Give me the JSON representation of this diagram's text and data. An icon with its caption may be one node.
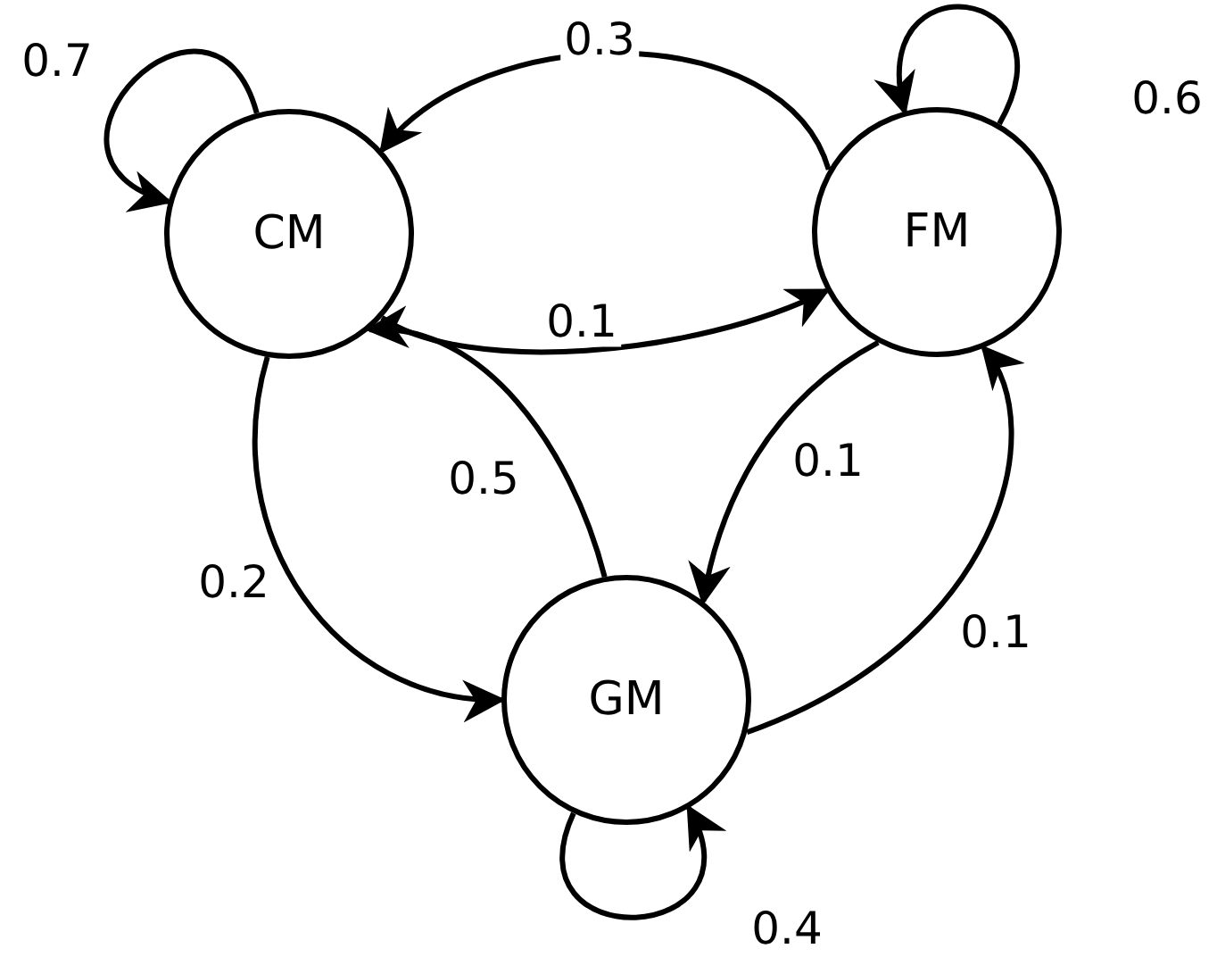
{
  "diagram": {
    "nodes": [
      {
        "text": [
          "CM"
        ]
      },
      {
        "text": [
          "FM"
        ]
      },
      {
        "text": [
          "GM"
        ]
      }
    ],
    "edges": [
      {
        "from": 0,
        "to": 0,
        "arrow": "to",
        "label": "0.7"
      },
      {
        "from": 1,
        "to": 0,
        "arrow": "to",
        "label": "0.3"
      },
      {
        "from": 0,
        "to": 1,
        "arrow": "to",
        "label": "0.1"
      },
      {
        "from": 1,
        "to": 1,
        "arrow": "to",
        "label": "0.6"
      },
      {
        "from": 0,
        "to": 2,
        "arrow": "to",
        "label": "0.2"
      },
      {
        "from": 2,
        "to": 0,
        "arrow": "to",
        "label": "0.5"
      },
      {
        "from": 1,
        "to": 2,
        "arrow": "to",
        "label": "0.1"
      },
      {
        "from": 2,
        "to": 1,
        "arrow": "to",
        "label": "0.1"
      },
      {
        "from": 2,
        "to": 2,
        "arrow": "to",
        "label": "0.4"
      }
    ]
  }
}
